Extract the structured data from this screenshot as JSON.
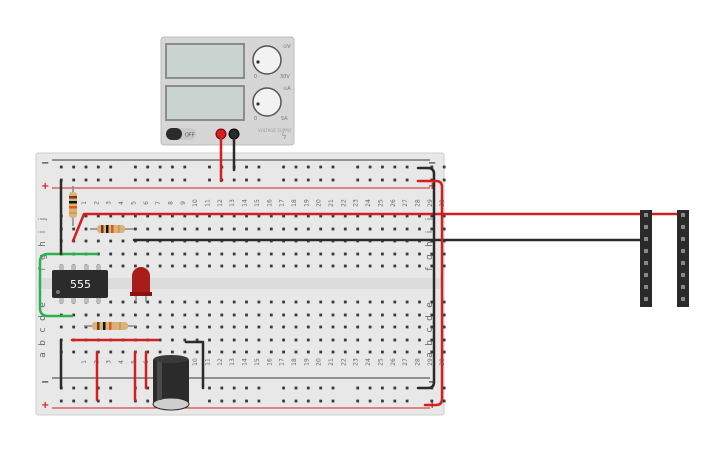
{
  "power_supply": {
    "toggle_label": "OFF",
    "voltage_knob_marks": [
      "0",
      "30V"
    ],
    "current_knob_marks": [
      "0",
      "5A"
    ],
    "voltage_knob_icon": "voltage-icon",
    "current_knob_icon": "current-icon",
    "brand_text": "VOLTAGE SUPPLY",
    "bolt_icon": "lightning-icon"
  },
  "breadboard": {
    "rail_plus": "+",
    "rail_minus": "−",
    "columns": [
      "1",
      "2",
      "3",
      "4",
      "5",
      "6",
      "7",
      "8",
      "9",
      "10",
      "11",
      "12",
      "13",
      "14",
      "15",
      "16",
      "17",
      "18",
      "19",
      "20",
      "21",
      "22",
      "23",
      "24",
      "25",
      "26",
      "27",
      "28",
      "29",
      "30"
    ],
    "rows_top": [
      "j",
      "i",
      "h",
      "g",
      "f"
    ],
    "rows_bottom": [
      "e",
      "d",
      "c",
      "b",
      "a"
    ]
  },
  "ic": {
    "label": "555"
  },
  "colors": {
    "wire_red": "#e02020",
    "wire_black": "#2a2a2a",
    "wire_green": "#2bb24c",
    "led_red": "#b01818",
    "board": "#e6e6e6",
    "psu_body": "#d4d4d4"
  }
}
